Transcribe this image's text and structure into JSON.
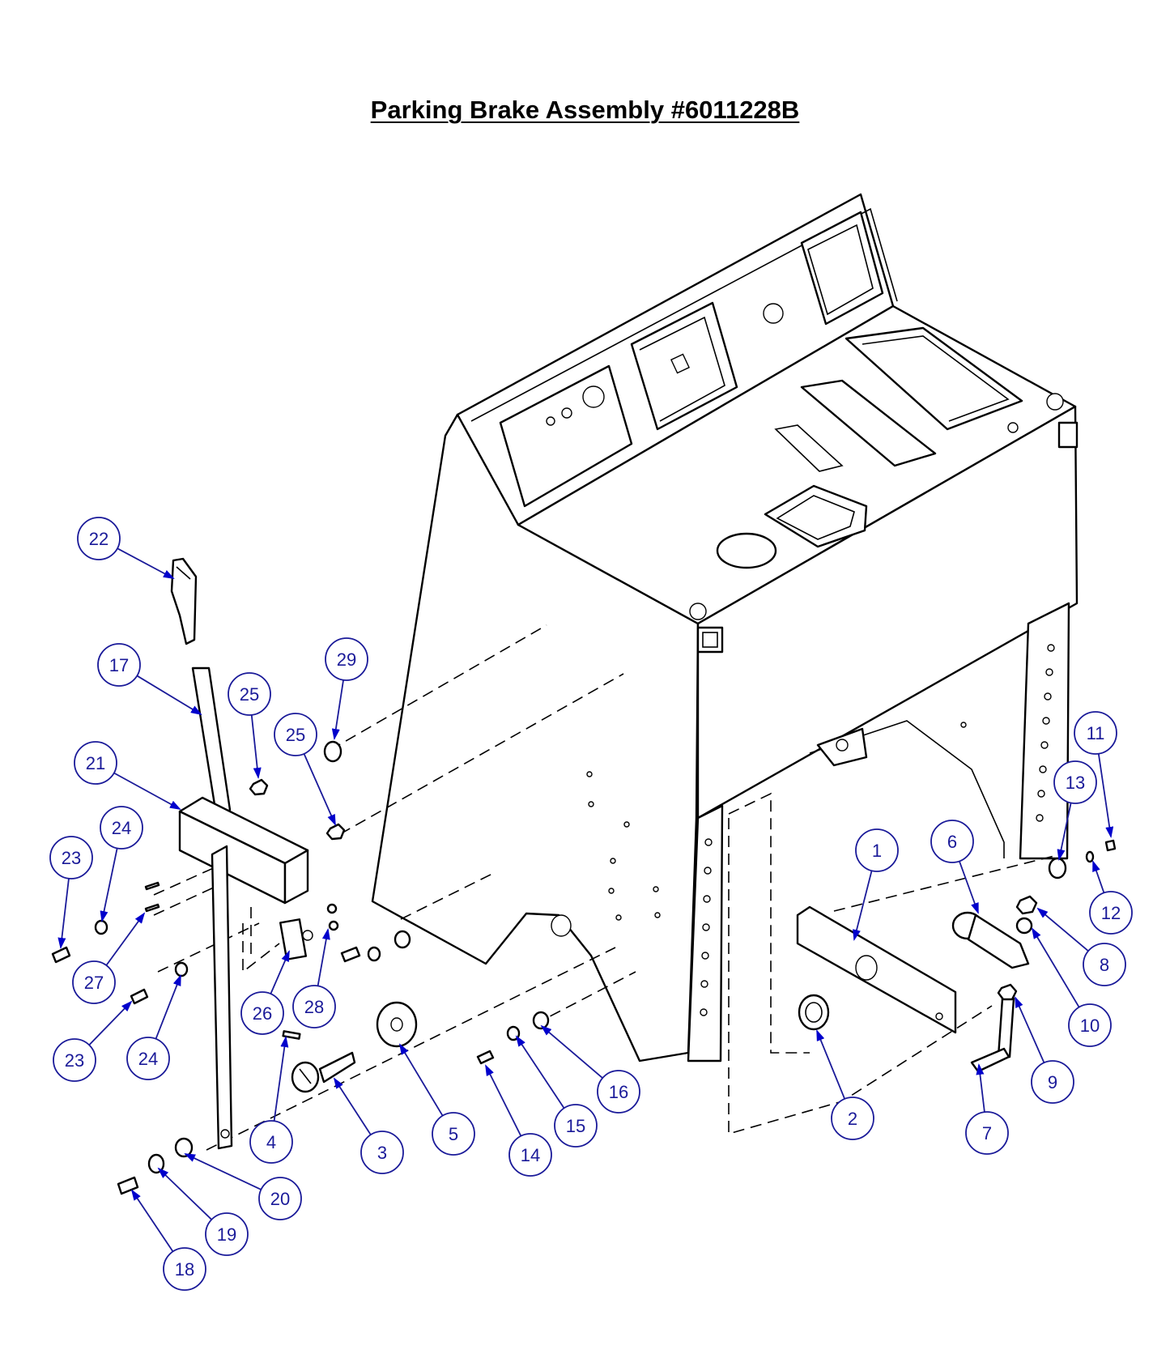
{
  "title": "Parking Brake Assembly #6011228B",
  "callouts": [
    "22",
    "17",
    "29",
    "25",
    "25",
    "21",
    "24",
    "23",
    "11",
    "13",
    "1",
    "6",
    "12",
    "8",
    "27",
    "28",
    "10",
    "23",
    "24",
    "26",
    "16",
    "9",
    "20",
    "4",
    "3",
    "5",
    "14",
    "15",
    "2",
    "7",
    "19",
    "18"
  ],
  "colors": {
    "callout": "#1a1a99",
    "arrow": "#0000cc",
    "line": "#000000",
    "background": "#ffffff"
  }
}
